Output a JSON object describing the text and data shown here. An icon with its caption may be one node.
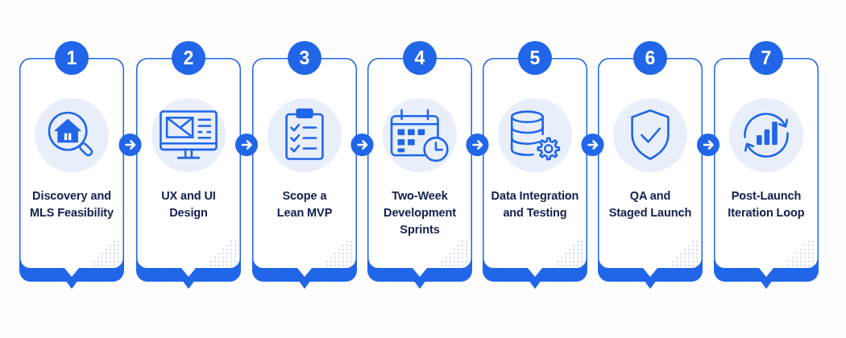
{
  "diagram": {
    "nodes": [
      {
        "text": [
          "1",
          "Discovery and MLS Feasibility"
        ]
      },
      {
        "text": [
          "2",
          "UX and UI Design"
        ]
      },
      {
        "text": [
          "3",
          "Scope a Lean MVP"
        ]
      },
      {
        "text": [
          "4",
          "Two-Week Development Sprints"
        ]
      },
      {
        "text": [
          "5",
          "Data Integration and Testing"
        ]
      },
      {
        "text": [
          "6",
          "QA and Staged Launch"
        ]
      },
      {
        "text": [
          "7",
          "Post-Launch Iteration Loop"
        ]
      }
    ],
    "edges": [
      {
        "from": 0,
        "to": 1,
        "arrow": "to"
      },
      {
        "from": 1,
        "to": 2,
        "arrow": "to"
      },
      {
        "from": 2,
        "to": 3,
        "arrow": "to"
      },
      {
        "from": 3,
        "to": 4,
        "arrow": "to"
      },
      {
        "from": 4,
        "to": 5,
        "arrow": "to"
      },
      {
        "from": 5,
        "to": 6,
        "arrow": "to"
      }
    ]
  }
}
